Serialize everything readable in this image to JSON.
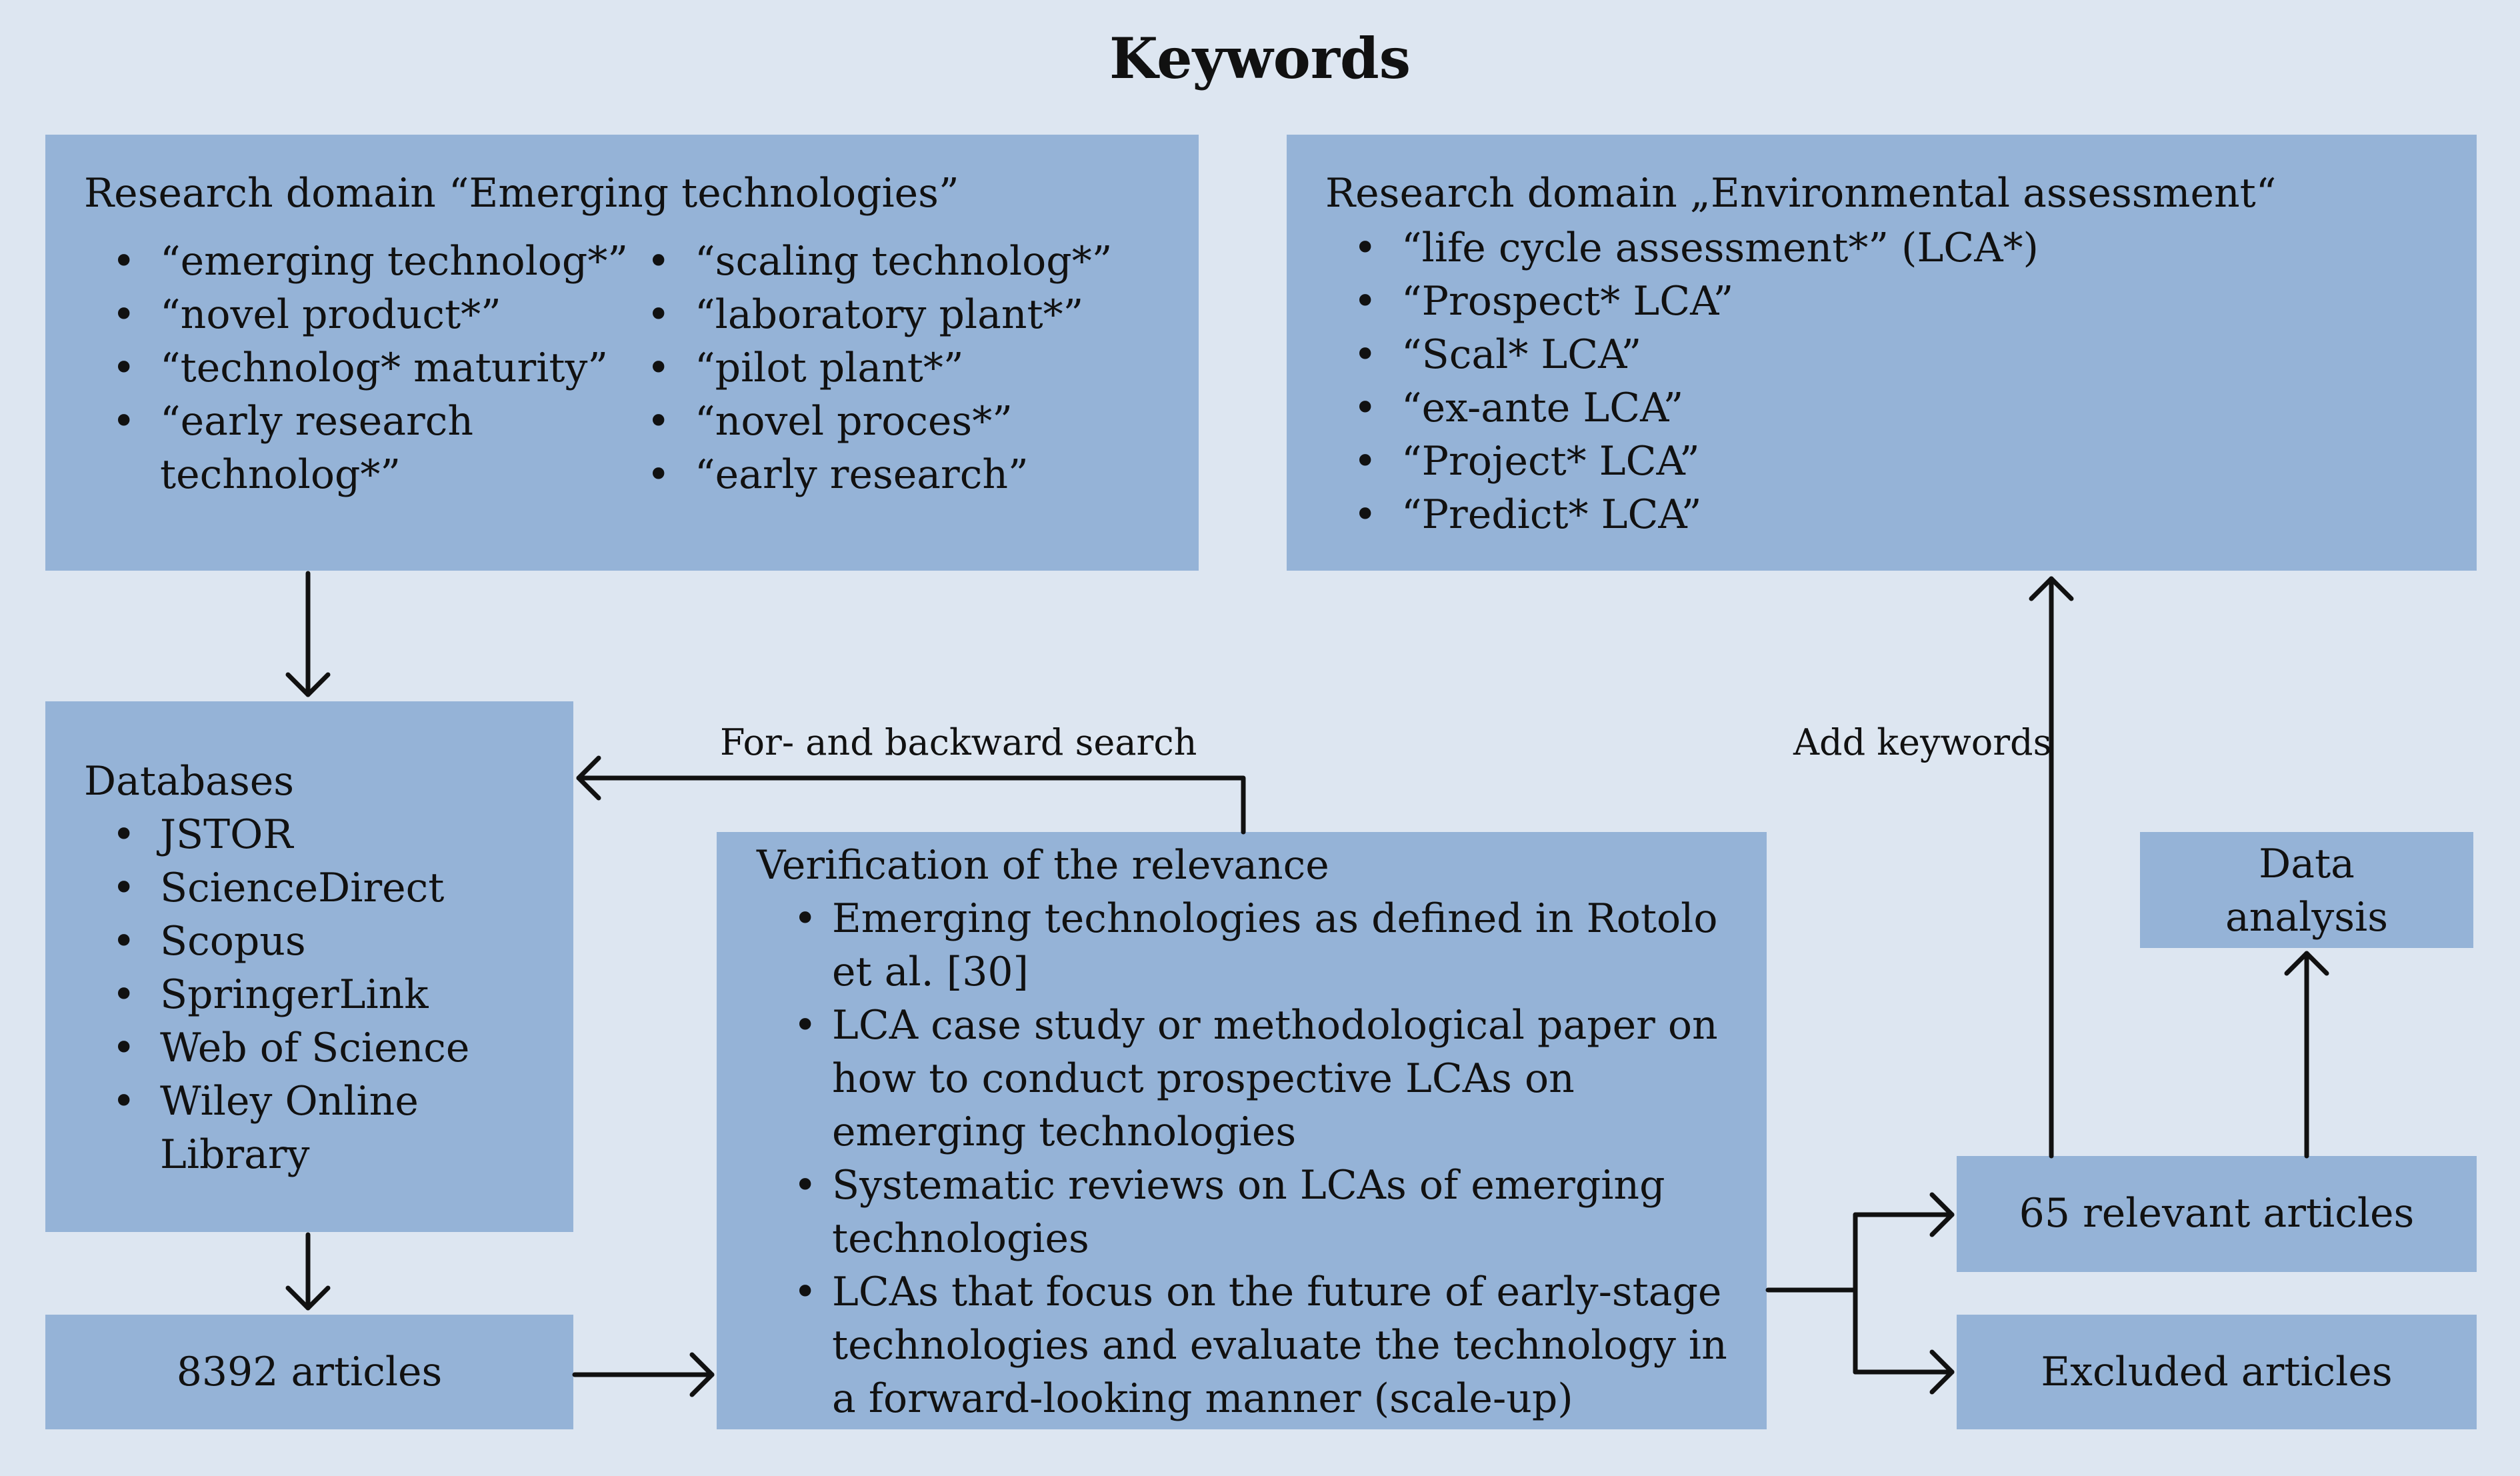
{
  "title": "Keywords",
  "emerging_box": {
    "heading": "Research domain “Emerging technologies”",
    "col1": [
      "“emerging technolog*”",
      "“novel product*”",
      "“technolog* maturity”",
      "“early research",
      "technolog*”"
    ],
    "col2": [
      "“scaling technolog*”",
      "“laboratory plant*”",
      "“pilot plant*”",
      "“novel proces*”",
      "“early research”"
    ]
  },
  "env_box": {
    "heading": "Research domain „Environmental assessment“",
    "items": [
      "“life cycle assessment*” (LCA*)",
      "“Prospect* LCA”",
      "“Scal* LCA”",
      "“ex-ante LCA”",
      "“Project* LCA”",
      "“Predict* LCA”"
    ]
  },
  "databases_box": {
    "heading": "Databases",
    "items": [
      "JSTOR",
      "ScienceDirect",
      "Scopus",
      "SpringerLink",
      "Web of Science",
      "Wiley Online",
      "Library"
    ]
  },
  "articles_box": {
    "label": "8392 articles"
  },
  "verification_box": {
    "heading": "Verification of the relevance",
    "lines": [
      "Emerging technologies as defined in Rotolo",
      "et al. [30]",
      "LCA case study or methodological paper on",
      "how to conduct prospective LCAs on",
      "emerging technologies",
      "Systematic reviews on LCAs of emerging",
      "technologies",
      "LCAs that focus on the future of early-stage",
      "technologies and evaluate the technology in",
      "a forward-looking manner (scale-up)"
    ]
  },
  "relevant_box": {
    "label": "65 relevant articles"
  },
  "excluded_box": {
    "label": "Excluded articles"
  },
  "analysis_box": {
    "line1": "Data",
    "line2": "analysis"
  },
  "labels": {
    "backward_search": "For- and backward search",
    "add_keywords": "Add keywords"
  }
}
